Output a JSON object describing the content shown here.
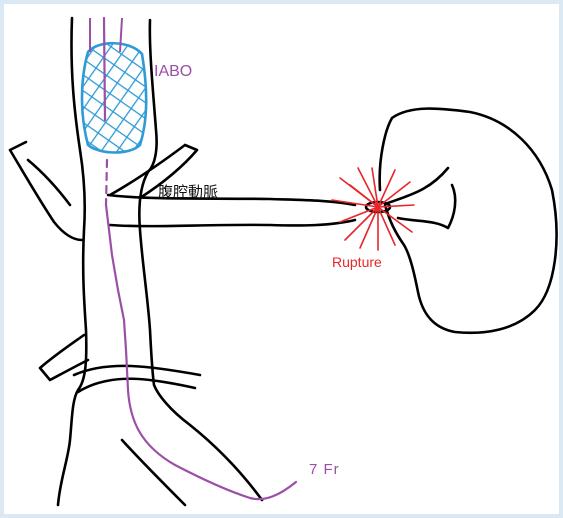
{
  "labels": {
    "balloon": "IABO",
    "artery": "腹腔動脈",
    "rupture": "Rupture",
    "catheter": "7 Fr"
  },
  "colors": {
    "outline": "#000000",
    "catheter": "#9b4fa6",
    "balloon_mesh": "#2f9bd6",
    "rupture": "#e8262a",
    "frame": "#dbe9f4"
  }
}
